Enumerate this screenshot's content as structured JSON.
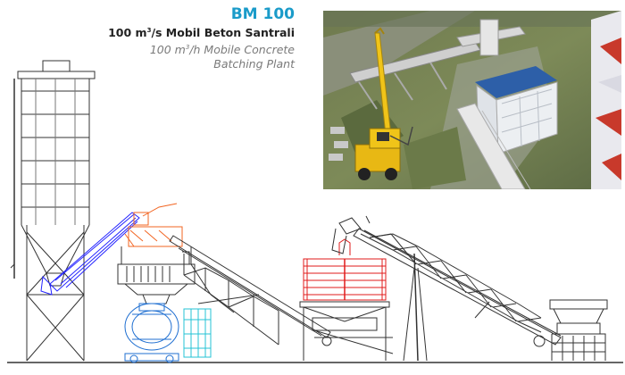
{
  "header": {
    "model": "BM 100",
    "title_tr_prefix": "100 m",
    "title_tr_sup": "3",
    "title_tr_suffix": "/s Mobil Beton Santrali",
    "title_en_prefix": "100 m",
    "title_en_sup": "3",
    "title_en_line1_suffix": "/h Mobile Concrete",
    "title_en_line2": "Batching Plant"
  },
  "colors": {
    "brand": "#1a9bc9",
    "line": "#333333",
    "mixer_orange": "#f26522",
    "feeder_blue": "#2424ff",
    "truck_blue": "#1f6fd1",
    "tank_cyan": "#24c3d6",
    "bin_red": "#e01b1b"
  }
}
